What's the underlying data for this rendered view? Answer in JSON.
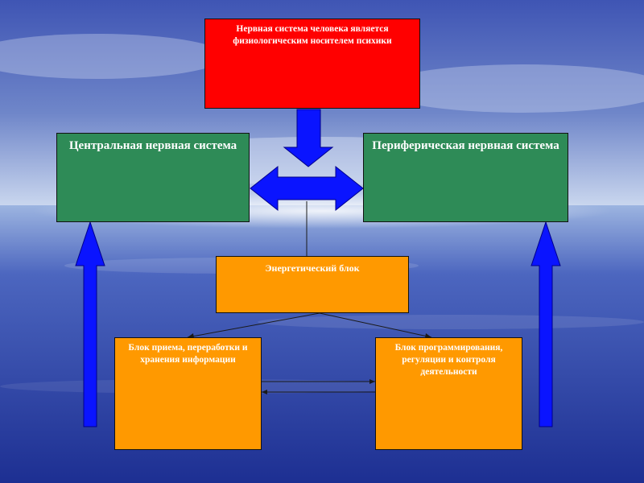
{
  "diagram": {
    "nodes": {
      "top": "Нервная система человека является физиологическим носителем психики",
      "cns": "Центральная нервная система",
      "pns": "Периферическая нервная система",
      "energy": "Энергетический блок",
      "reception": "Блок приема, переработки и хранения информации",
      "programming": "Блок программирования, регуляции и контроля деятельности"
    },
    "edges": [
      {
        "from": "top",
        "to": "cns-pns",
        "style": "block-arrow-down"
      },
      {
        "from": "cns",
        "to": "pns",
        "style": "block-arrow-double"
      },
      {
        "from": "energy",
        "to": "cns-pns",
        "style": "line"
      },
      {
        "from": "energy",
        "to": "reception",
        "style": "thin-arrow"
      },
      {
        "from": "energy",
        "to": "programming",
        "style": "thin-arrow"
      },
      {
        "from": "reception",
        "to": "programming",
        "style": "thin-arrow"
      },
      {
        "from": "programming",
        "to": "reception",
        "style": "thin-arrow"
      },
      {
        "from": "bottom-left",
        "to": "cns",
        "style": "block-arrow-up"
      },
      {
        "from": "bottom-right",
        "to": "pns",
        "style": "block-arrow-up"
      }
    ],
    "colors": {
      "top": "#ff0000",
      "green": "#2e8b57",
      "orange": "#ff9900",
      "arrow_blue": "#0a14ff",
      "sky": "#3b4fae",
      "sea": "#26389a"
    }
  }
}
